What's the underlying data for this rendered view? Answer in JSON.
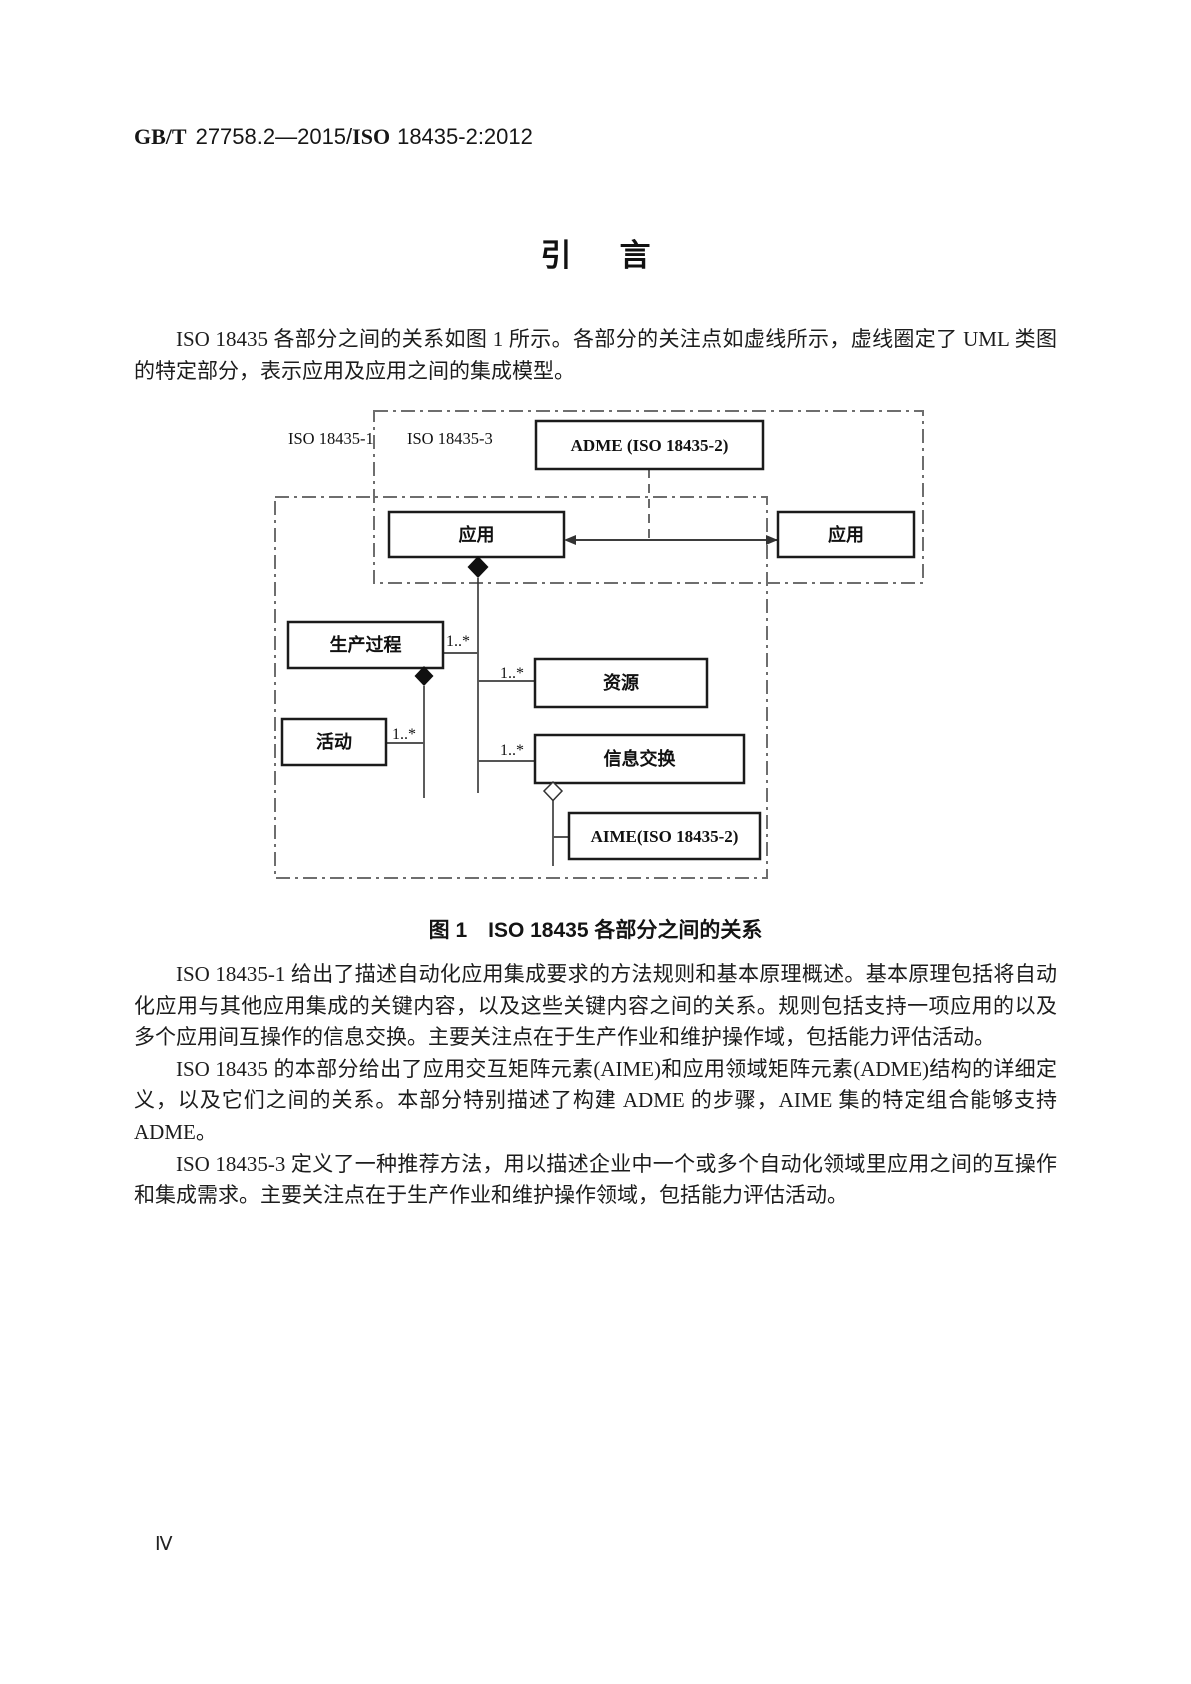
{
  "page": {
    "header": {
      "gbt": "GB/T",
      "num1": "27758.2—2015/",
      "iso": "ISO",
      "num2": "18435-2:2012"
    },
    "title": {
      "char1": "引",
      "char2": "言"
    },
    "page_number": "Ⅳ"
  },
  "paragraphs": {
    "p1": "ISO 18435 各部分之间的关系如图 1 所示。各部分的关注点如虚线所示，虚线圈定了 UML 类图的特定部分，表示应用及应用之间的集成模型。",
    "p2": "ISO 18435-1 给出了描述自动化应用集成要求的方法规则和基本原理概述。基本原理包括将自动化应用与其他应用集成的关键内容，以及这些关键内容之间的关系。规则包括支持一项应用的以及多个应用间互操作的信息交换。主要关注点在于生产作业和维护操作域，包括能力评估活动。",
    "p3": "ISO 18435 的本部分给出了应用交互矩阵元素(AIME)和应用领域矩阵元素(ADME)结构的详细定义，以及它们之间的关系。本部分特别描述了构建 ADME 的步骤，AIME 集的特定组合能够支持 ADME。",
    "p4": "ISO 18435-3 定义了一种推荐方法，用以描述企业中一个或多个自动化领域里应用之间的互操作和集成需求。主要关注点在于生产作业和维护操作领域，包括能力评估活动。"
  },
  "figure": {
    "caption": "图 1　ISO 18435 各部分之间的关系",
    "region_label_left": "ISO 18435-1",
    "region_label_right": "ISO 18435-3",
    "boxes": {
      "adme": "ADME (ISO 18435-2)",
      "app_left": "应用",
      "app_right": "应用",
      "process": "生产过程",
      "activity": "活动",
      "resource": "资源",
      "info_exchange": "信息交换",
      "aime": "AIME(ISO 18435-2)"
    },
    "multiplicity": "1..*"
  }
}
